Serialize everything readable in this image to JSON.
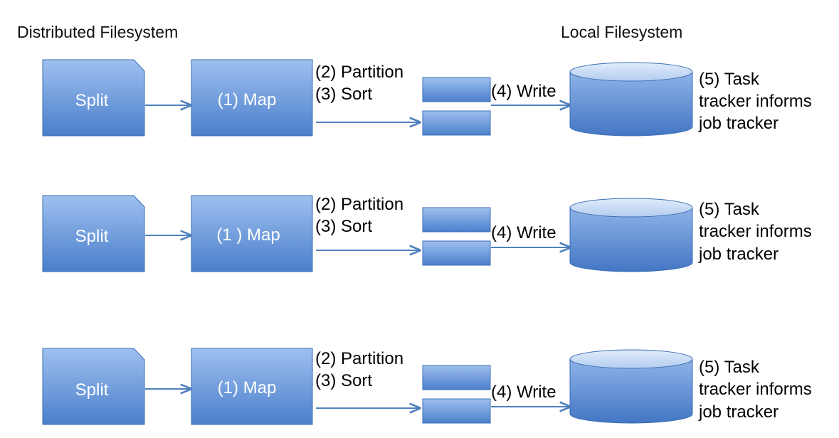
{
  "headers": {
    "distributed": "Distributed Filesystem",
    "local": "Local Filesystem"
  },
  "colors": {
    "box_top": "#9fc0ef",
    "box_bottom": "#4a7fcb",
    "box_border": "#3b6db4",
    "arrow": "#4f81bd",
    "disk_top": "#c6daf5"
  },
  "rows": [
    {
      "split_label": "Split",
      "map_label": "(1) Map",
      "partition_label": "(2) Partition",
      "sort_label": "(3) Sort",
      "write_label": "(4) Write",
      "task_line1": "(5) Task",
      "task_line2": "tracker informs",
      "task_line3": "job tracker"
    },
    {
      "split_label": "Split",
      "map_label": "(1 ) Map",
      "partition_label": "(2) Partition",
      "sort_label": "(3) Sort",
      "write_label": "(4) Write",
      "task_line1": "(5) Task",
      "task_line2": "tracker informs",
      "task_line3": "job tracker"
    },
    {
      "split_label": "Split",
      "map_label": "(1) Map",
      "partition_label": "(2) Partition",
      "sort_label": "(3) Sort",
      "write_label": "(4) Write",
      "task_line1": "(5) Task",
      "task_line2": "tracker informs",
      "task_line3": "job tracker"
    }
  ]
}
